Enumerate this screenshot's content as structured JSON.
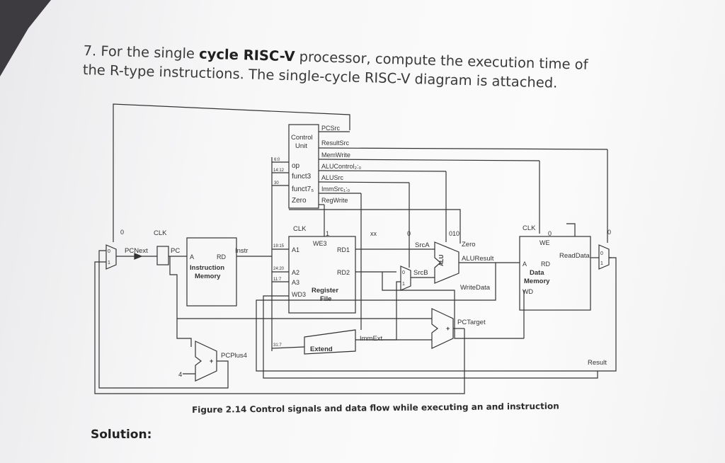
{
  "question": {
    "number": "7.",
    "text_pre": "For the single ",
    "text_bold": "cycle RISC-V",
    "text_post": " processor, compute the execution time of the R-type instructions. The single-cycle RISC-V diagram is attached."
  },
  "diagram": {
    "control_unit": {
      "title1": "Control",
      "title2": "Unit",
      "inputs": [
        "op",
        "funct3",
        "funct7₅",
        "Zero"
      ],
      "outputs": [
        "PCSrc",
        "ResultSrc",
        "MemWrite",
        "ALUControl₂:₀",
        "ALUSrc",
        "ImmSrc₁:₀",
        "RegWrite"
      ]
    },
    "bit_fields": {
      "opcode": "6:0",
      "funct3": "14:12",
      "funct7": "30",
      "a1": "19:15",
      "a2": "24:20",
      "a3": "11:7",
      "imm": "31:7"
    },
    "instruction_memory": {
      "title1": "Instruction",
      "title2": "Memory",
      "port_a": "A",
      "port_rd": "RD"
    },
    "register_file": {
      "title1": "Register",
      "title2": "File",
      "ports": [
        "A1",
        "A2",
        "A3",
        "WD3"
      ],
      "outputs": [
        "RD1",
        "RD2"
      ],
      "we": "WE3"
    },
    "data_memory": {
      "title1": "Data",
      "title2": "Memory",
      "port_a": "A",
      "port_rd": "RD",
      "port_wd": "WD",
      "we": "WE"
    },
    "extend": "Extend",
    "alu": "ALU",
    "signals": {
      "pc": "PC",
      "pc_next": "PCNext",
      "instr": "Instr",
      "pc_plus4": "PCPlus4",
      "pc_target": "PCTarget",
      "imm_ext": "ImmExt",
      "src_a": "SrcA",
      "src_b": "SrcB",
      "zero": "Zero",
      "alu_result": "ALUResult",
      "write_data": "WriteData",
      "read_data": "ReadData",
      "result": "Result",
      "clk": "CLK",
      "four": "4"
    },
    "annotations": {
      "pc_mux_sel": "0",
      "result_mux_sel": "0",
      "we3_value": "1",
      "immsrc_value": "xx",
      "alusrc_value": "0",
      "aluctrl_value": "010",
      "memwrite_value": "0",
      "mux_in0": "0",
      "mux_in1": "1",
      "plus": "+"
    }
  },
  "caption": "Figure 2.14 Control signals and data flow while executing an and instruction",
  "solution_label": "Solution:"
}
